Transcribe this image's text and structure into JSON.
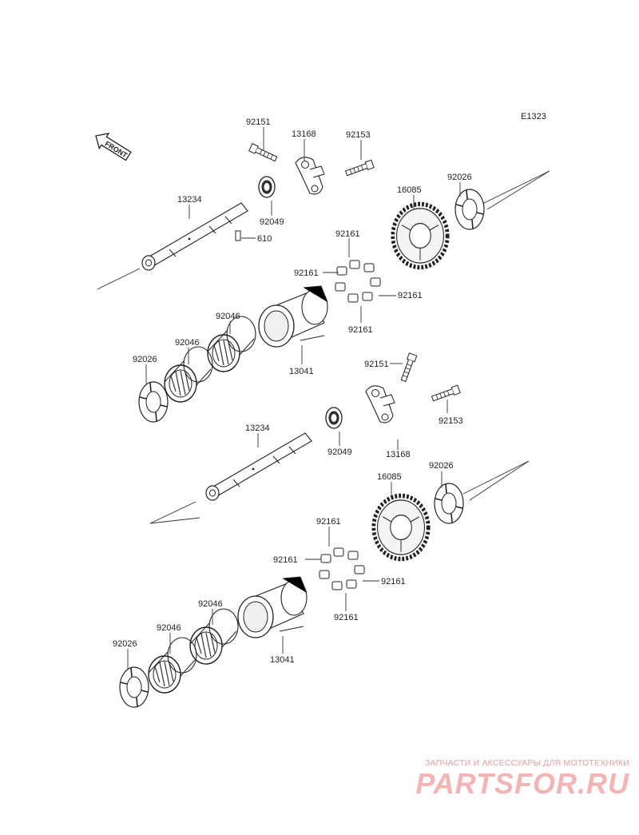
{
  "diagram_code": "E1323",
  "front_label": "FRONT",
  "labels": {
    "u_92151": "92151",
    "u_13168": "13168",
    "u_92153": "92153",
    "u_13234": "13234",
    "u_92049": "92049",
    "u_610": "610",
    "u_16085": "16085",
    "u_92026_right": "92026",
    "u_92161_top": "92161",
    "u_92161_left": "92161",
    "u_92161_right": "92161",
    "u_92161_bottom": "92161",
    "u_92046_a": "92046",
    "u_92046_b": "92046",
    "u_92026_left": "92026",
    "u_13041": "13041",
    "l_92151": "92151",
    "l_92153": "92153",
    "l_13234": "13234",
    "l_92049": "92049",
    "l_13168": "13168",
    "l_16085": "16085",
    "l_92026_right": "92026",
    "l_92161_top": "92161",
    "l_92161_left": "92161",
    "l_92161_right": "92161",
    "l_92161_bottom": "92161",
    "l_92046_a": "92046",
    "l_92046_b": "92046",
    "l_92026_left": "92026",
    "l_13041": "13041"
  },
  "watermark": {
    "tagline": "ЗАПЧАСТИ И АКСЕССУАРЫ ДЛЯ МОТОТЕХНИКИ",
    "logo": "PARTSFOR.RU"
  }
}
